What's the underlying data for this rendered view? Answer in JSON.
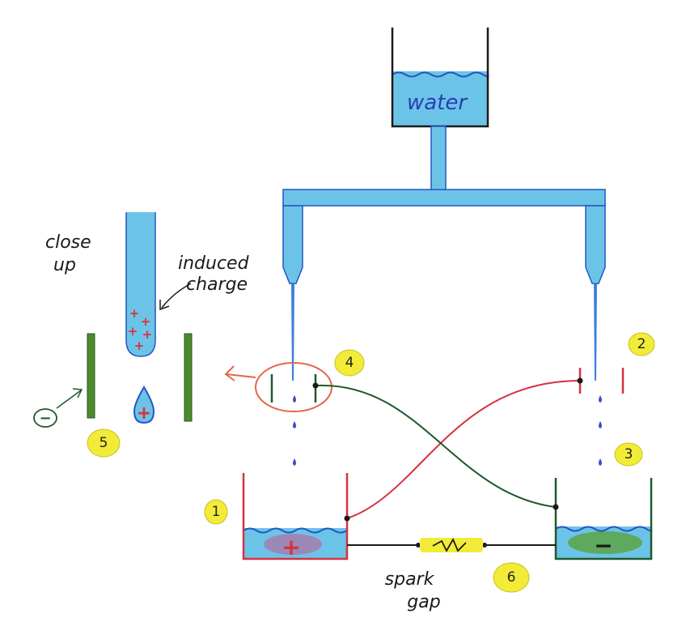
{
  "labels": {
    "water": "water",
    "close_up_line1": "close",
    "close_up_line2": "up",
    "induced_line1": "induced",
    "induced_line2": "charge",
    "spark_line1": "spark",
    "spark_line2": "gap"
  },
  "numbers": {
    "n1": "1",
    "n2": "2",
    "n3": "3",
    "n4": "4",
    "n5": "5",
    "n6": "6"
  },
  "symbols": {
    "positive": "+",
    "negative": "−",
    "induced_plus": "+"
  },
  "colors": {
    "water": "#6cc3e8",
    "water_outline": "#2356c4",
    "red_wire": "#d8303f",
    "green_wire": "#1e5a2a",
    "green_plate": "#4f8a2a",
    "green_water": "#5aa23a",
    "badge": "#f2ec38",
    "orange_circle": "#e3674a"
  }
}
